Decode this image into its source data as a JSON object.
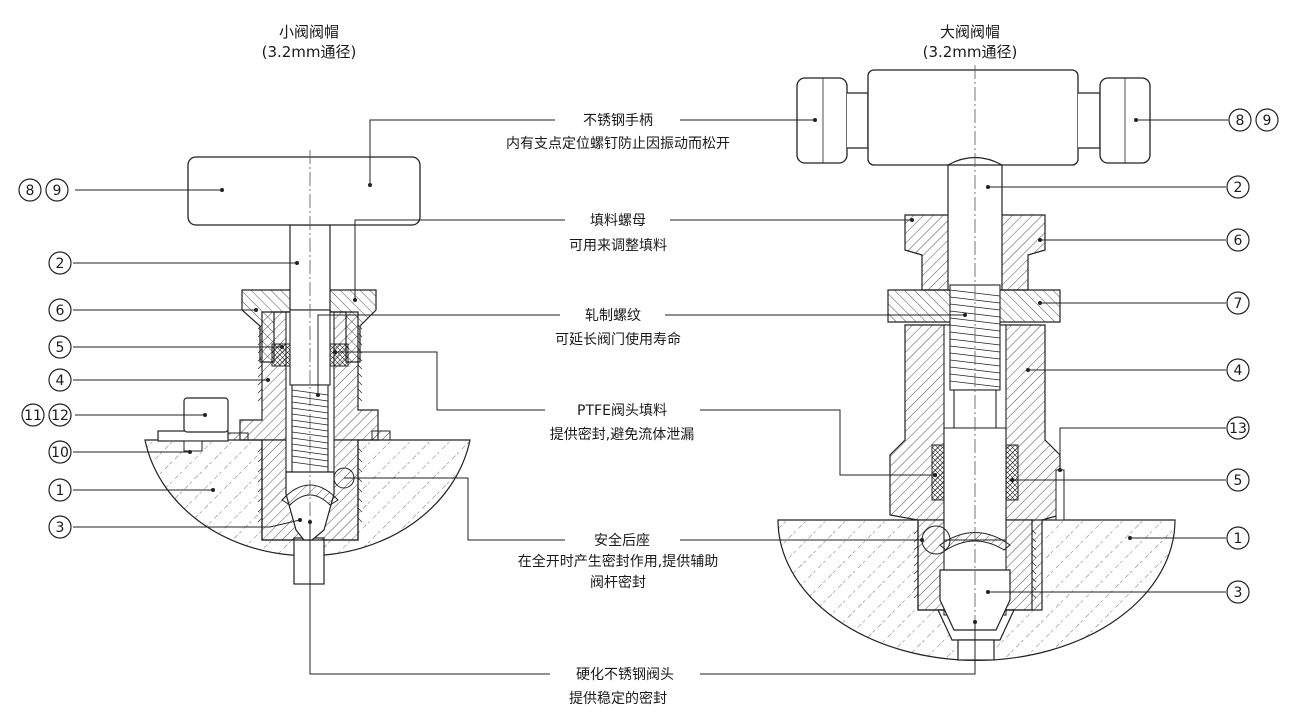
{
  "left_valve": {
    "title": "小阀阀帽",
    "subtitle": "(3.2mm通径)",
    "callouts": [
      "8",
      "9",
      "2",
      "6",
      "5",
      "4",
      "11",
      "12",
      "10",
      "1",
      "3"
    ]
  },
  "right_valve": {
    "title": "大阀阀帽",
    "subtitle": "(3.2mm通径)",
    "callouts": [
      "8",
      "9",
      "2",
      "6",
      "7",
      "4",
      "13",
      "5",
      "1",
      "3"
    ]
  },
  "labels": {
    "handle": {
      "line1": "不锈钢手柄",
      "line2": "内有支点定位螺钉防止因振动而松开"
    },
    "packing_nut": {
      "line1": "填料螺母",
      "line2": "可用来调整填料"
    },
    "rolled_thread": {
      "line1": "轧制螺纹",
      "line2": "可延长阀门使用寿命"
    },
    "ptfe_packing": {
      "line1": "PTFE阀头填料",
      "line2": "提供密封,避免流体泄漏"
    },
    "back_seat": {
      "line1": "安全后座",
      "line2": "在全开时产生密封作用,提供辅助",
      "line3": "阀杆密封"
    },
    "tip": {
      "line1": "硬化不锈钢阀头",
      "line2": "提供稳定的密封"
    }
  }
}
